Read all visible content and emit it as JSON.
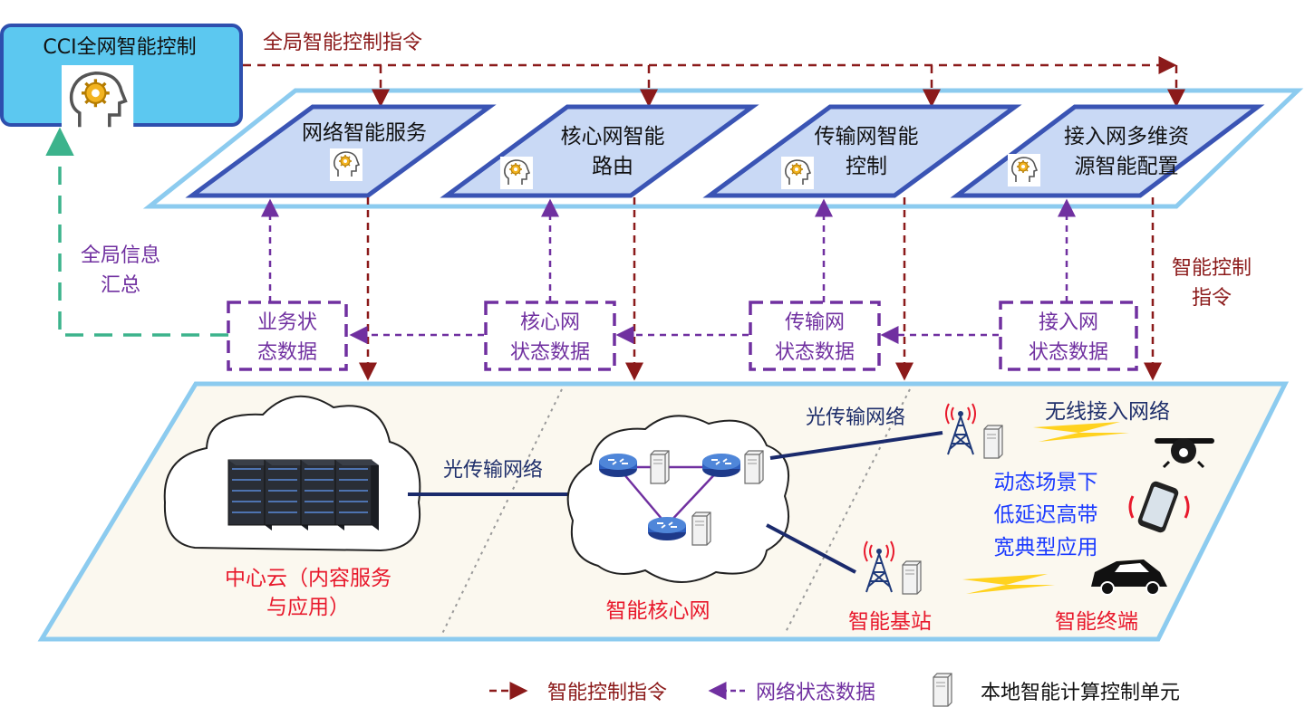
{
  "cci": {
    "title": "CCI全网智能控制",
    "icon": "brain-gear-icon"
  },
  "labels": {
    "global_cmd": "全局智能控制指令",
    "global_info_1": "全局信息",
    "global_info_2": "汇总",
    "smart_cmd_1": "智能控制",
    "smart_cmd_2": "指令"
  },
  "services": [
    {
      "lines": [
        "网络智能服务"
      ],
      "icon": "brain-gear-icon"
    },
    {
      "lines": [
        "核心网智能",
        "路由"
      ],
      "icon": "brain-gear-icon"
    },
    {
      "lines": [
        "传输网智能",
        "控制"
      ],
      "icon": "brain-gear-icon"
    },
    {
      "lines": [
        "接入网多维资",
        "源智能配置"
      ],
      "icon": "brain-gear-icon"
    }
  ],
  "status_boxes": [
    {
      "lines": [
        "业务状",
        "态数据"
      ]
    },
    {
      "lines": [
        "核心网",
        "状态数据"
      ]
    },
    {
      "lines": [
        "传输网",
        "状态数据"
      ]
    },
    {
      "lines": [
        "接入网",
        "状态数据"
      ]
    }
  ],
  "infra": {
    "link_1": "光传输网络",
    "link_2": "光传输网络",
    "wireless": "无线接入网络",
    "cloud_1": "中心云（内容服务",
    "cloud_2": "与应用）",
    "core": "智能核心网",
    "base": "智能基站",
    "terminal": "智能终端",
    "app_1": "动态场景下",
    "app_2": "低延迟高带",
    "app_3": "宽典型应用"
  },
  "legend": {
    "cmd": "智能控制指令",
    "status": "网络状态数据",
    "unit": "本地智能计算控制单元"
  },
  "colors": {
    "cmd_arrow": "#8b1a1a",
    "status_arrow": "#7030a0",
    "info_arrow": "#3cb38c",
    "cci_box": "#5cc8f0",
    "plane_border": "#8ccbef",
    "service_fill": "#c9d9f5",
    "service_border": "#3a54b4",
    "red_text": "#e8192c",
    "blue_text": "#1a3aff",
    "navy_text": "#1f2f6b",
    "purple_text": "#7030a0"
  }
}
